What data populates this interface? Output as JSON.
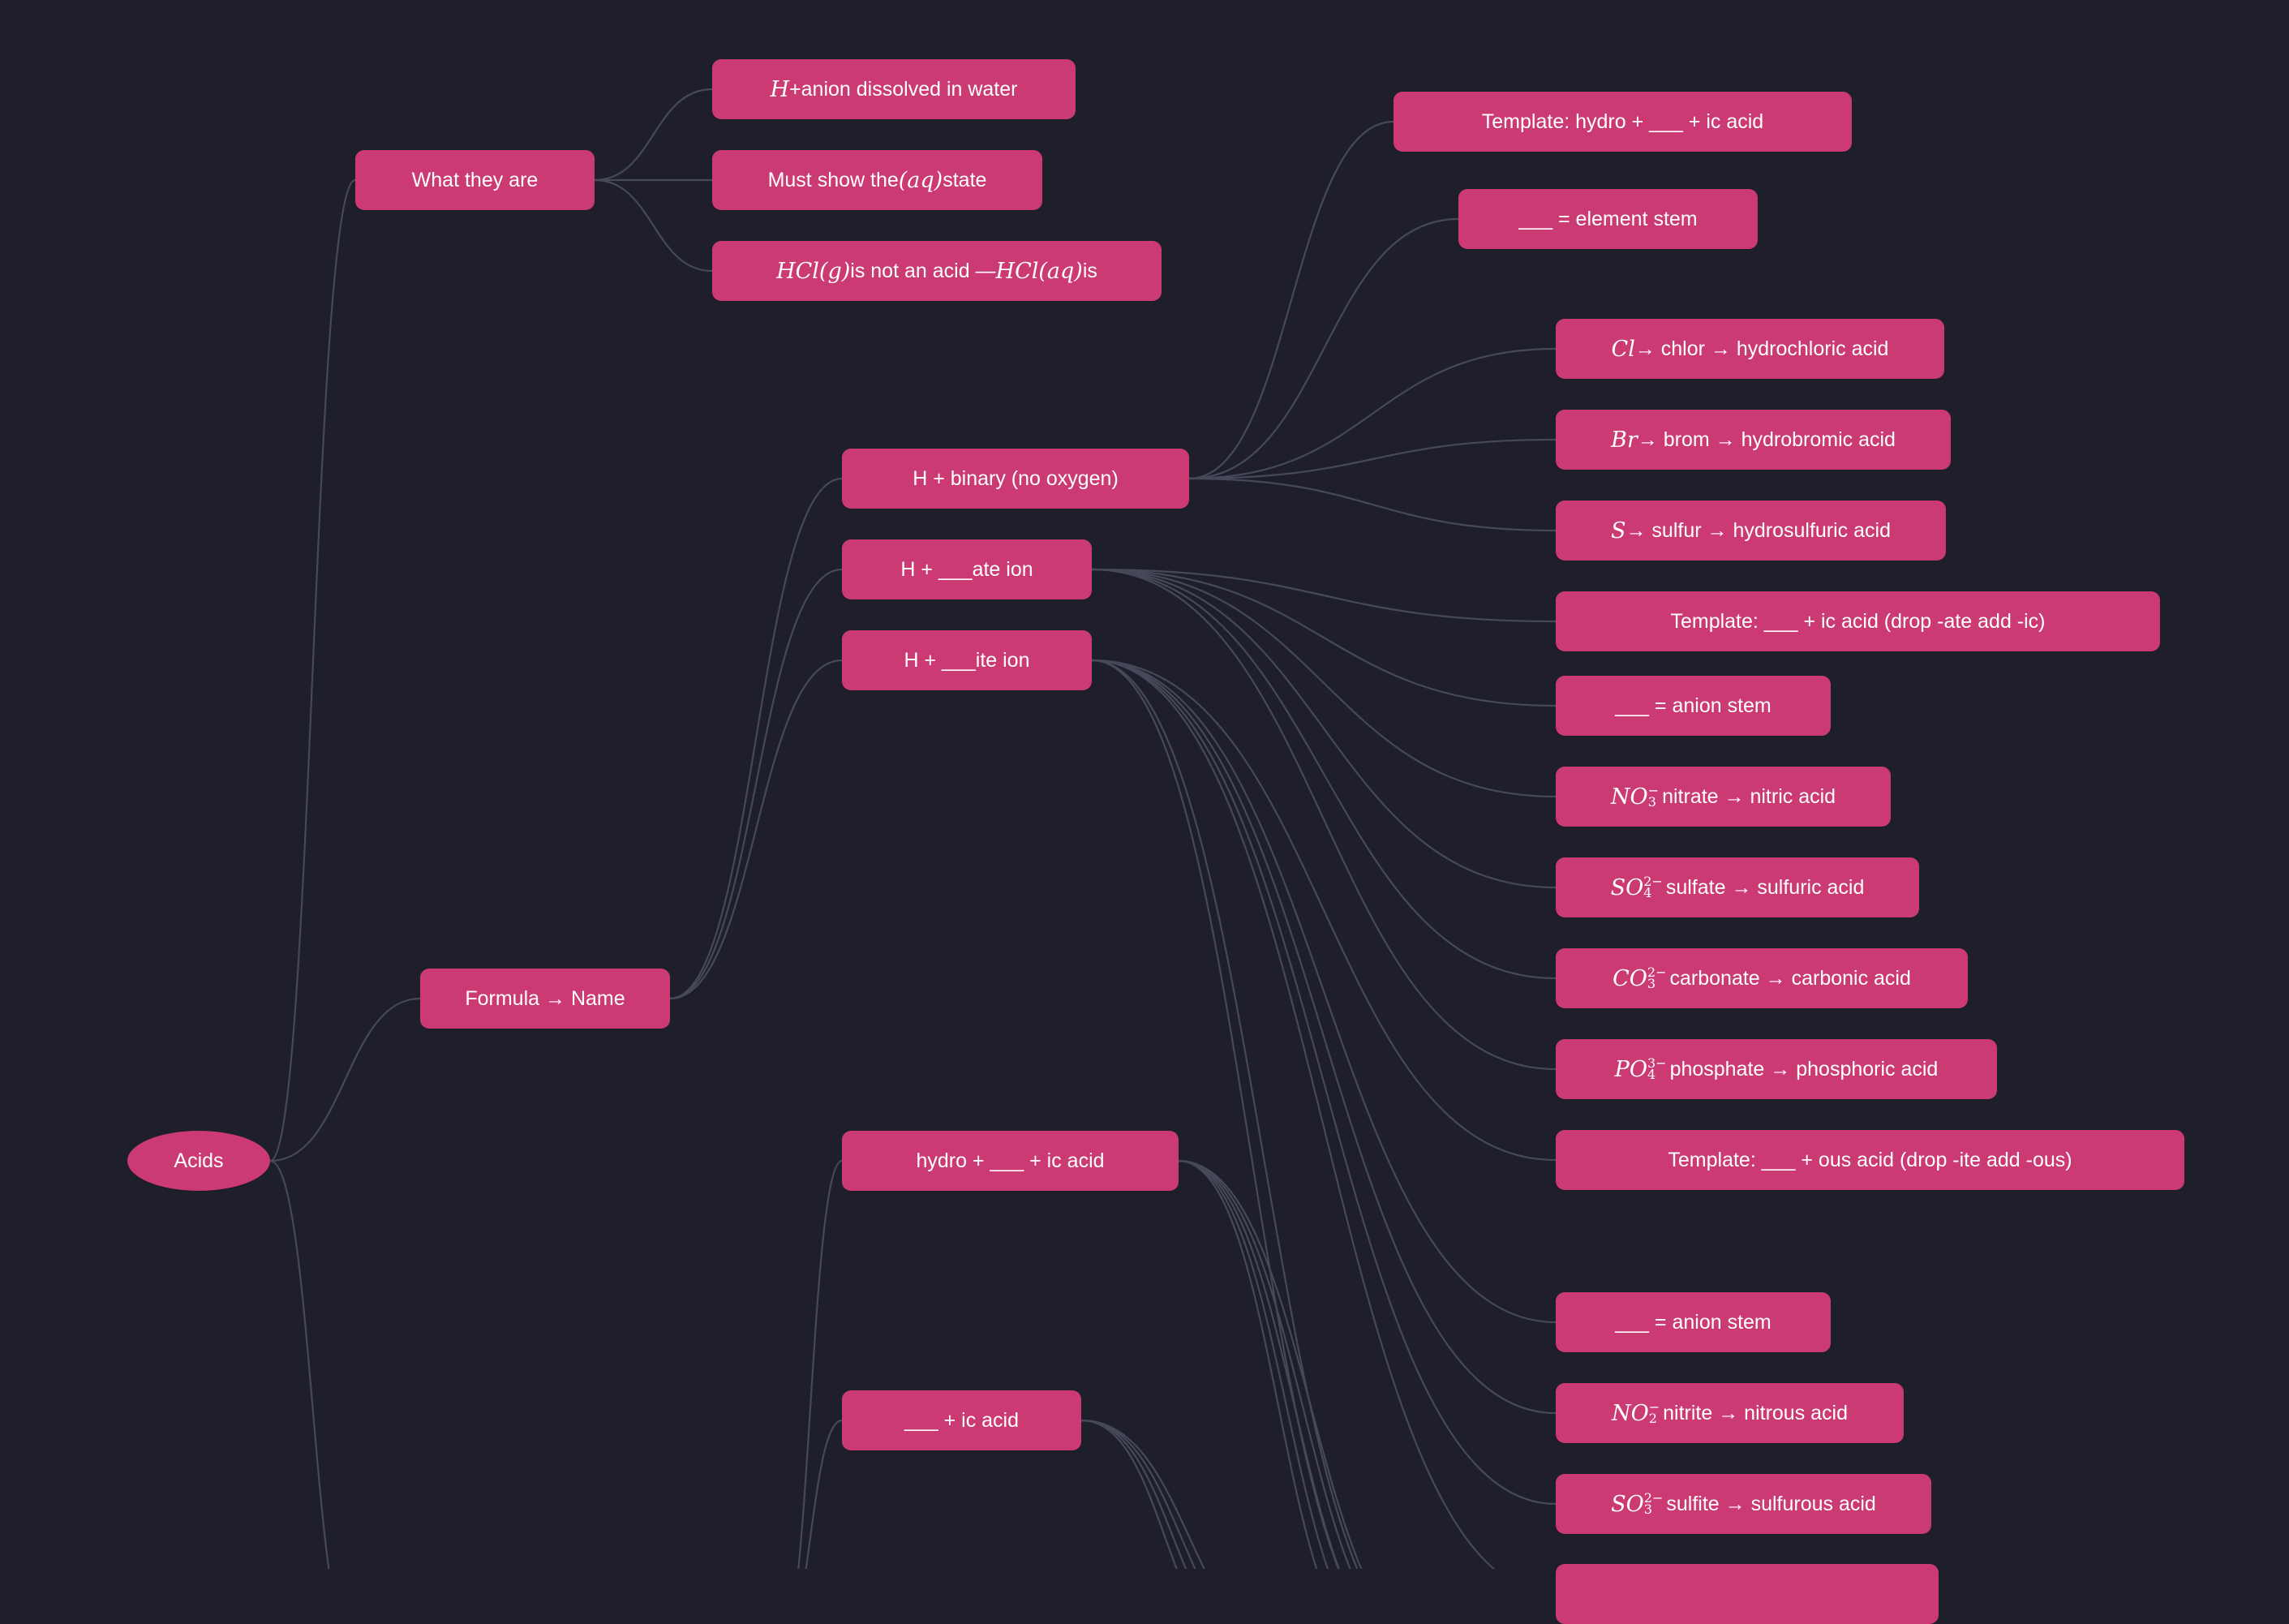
{
  "colors": {
    "background": "#1f1f2b",
    "node": "#cc3a74",
    "edge": "#474859",
    "text": "#ffffff"
  },
  "nodes": {
    "acids": "Acids",
    "what_they_are": "What they are",
    "h_anion": {
      "math": "H",
      "sup": "+",
      "text": " anion dissolved in water"
    },
    "must_show": {
      "pre": "Must show the",
      "math": "(aq)",
      "post": "state"
    },
    "hcl": {
      "m1": "HCl(g)",
      "mid": "is not an acid — ",
      "m2": "HCl(aq)",
      "post": "is"
    },
    "formula_name": "Formula → Name",
    "h_binary": "H + binary (no oxygen)",
    "h_ate": "H + ___ate ion",
    "h_ite": "H + ___ite ion",
    "template_hydro": "Template: hydro + ___ + ic acid",
    "element_stem": "___ = element stem",
    "cl": {
      "math": "Cl",
      "text": "→ chlor → hydrochloric acid"
    },
    "br": {
      "math": "Br",
      "text": "→ brom → hydrobromic acid"
    },
    "s": {
      "math": "S",
      "text": "→ sulfur → hydrosulfuric acid"
    },
    "template_ic": "Template: ___ + ic acid (drop -ate add -ic)",
    "anion_stem_1": "___ = anion stem",
    "no3": {
      "math": "NO",
      "sub": "3",
      "sup": "−",
      "text": "nitrate → nitric acid"
    },
    "so4": {
      "math": "SO",
      "sub": "4",
      "sup": "2−",
      "text": "sulfate → sulfuric acid"
    },
    "co3": {
      "math": "CO",
      "sub": "3",
      "sup": "2−",
      "text": "carbonate → carbonic acid"
    },
    "po4": {
      "math": "PO",
      "sub": "4",
      "sup": "3−",
      "text": "phosphate → phosphoric acid"
    },
    "template_ous": "Template: ___ + ous acid (drop -ite add -ous)",
    "hydro_ic": "hydro + ___ + ic acid",
    "anion_stem_2": "___ = anion stem",
    "ic_acid": "___ + ic acid",
    "no2": {
      "math": "NO",
      "sub": "2",
      "sup": "−",
      "text": "nitrite → nitrous acid"
    },
    "so3": {
      "math": "SO",
      "sub": "3",
      "sup": "2−",
      "text": "sulfite → sulfurous acid"
    }
  }
}
